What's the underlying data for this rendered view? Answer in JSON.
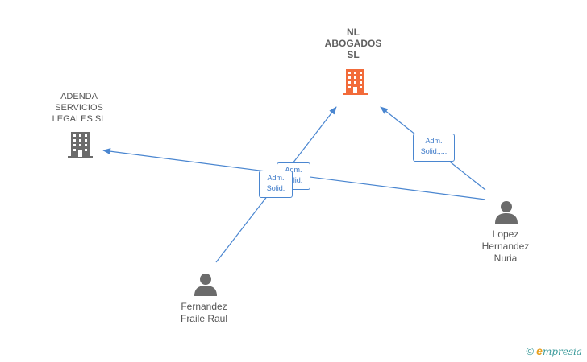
{
  "nodes": {
    "nl_abogados": {
      "lines": [
        "NL",
        "ABOGADOS",
        "SL"
      ],
      "icon": "building-icon",
      "color": "#f26b3a"
    },
    "adenda": {
      "lines": [
        "ADENDA",
        "SERVICIOS",
        "LEGALES SL"
      ],
      "icon": "building-icon",
      "color": "#6b6b6b"
    },
    "fernandez": {
      "lines": [
        "Fernandez",
        "Fraile Raul"
      ],
      "icon": "person-icon",
      "color": "#6b6b6b"
    },
    "lopez": {
      "lines": [
        "Lopez",
        "Hernandez",
        "Nuria"
      ],
      "icon": "person-icon",
      "color": "#6b6b6b"
    }
  },
  "edges": {
    "lopez_to_nl": {
      "lines": [
        "Adm.",
        "Solid.,..."
      ]
    },
    "lopez_to_adenda": {
      "lines": [
        "Adm.",
        "Solid."
      ]
    },
    "fernandez_to_nl": {
      "lines": [
        "Adm.",
        "Solid."
      ]
    }
  },
  "colors": {
    "edge": "#4a86d0"
  },
  "watermark": {
    "copyright": "©",
    "brand_first": "e",
    "brand_rest": "mpresia"
  }
}
